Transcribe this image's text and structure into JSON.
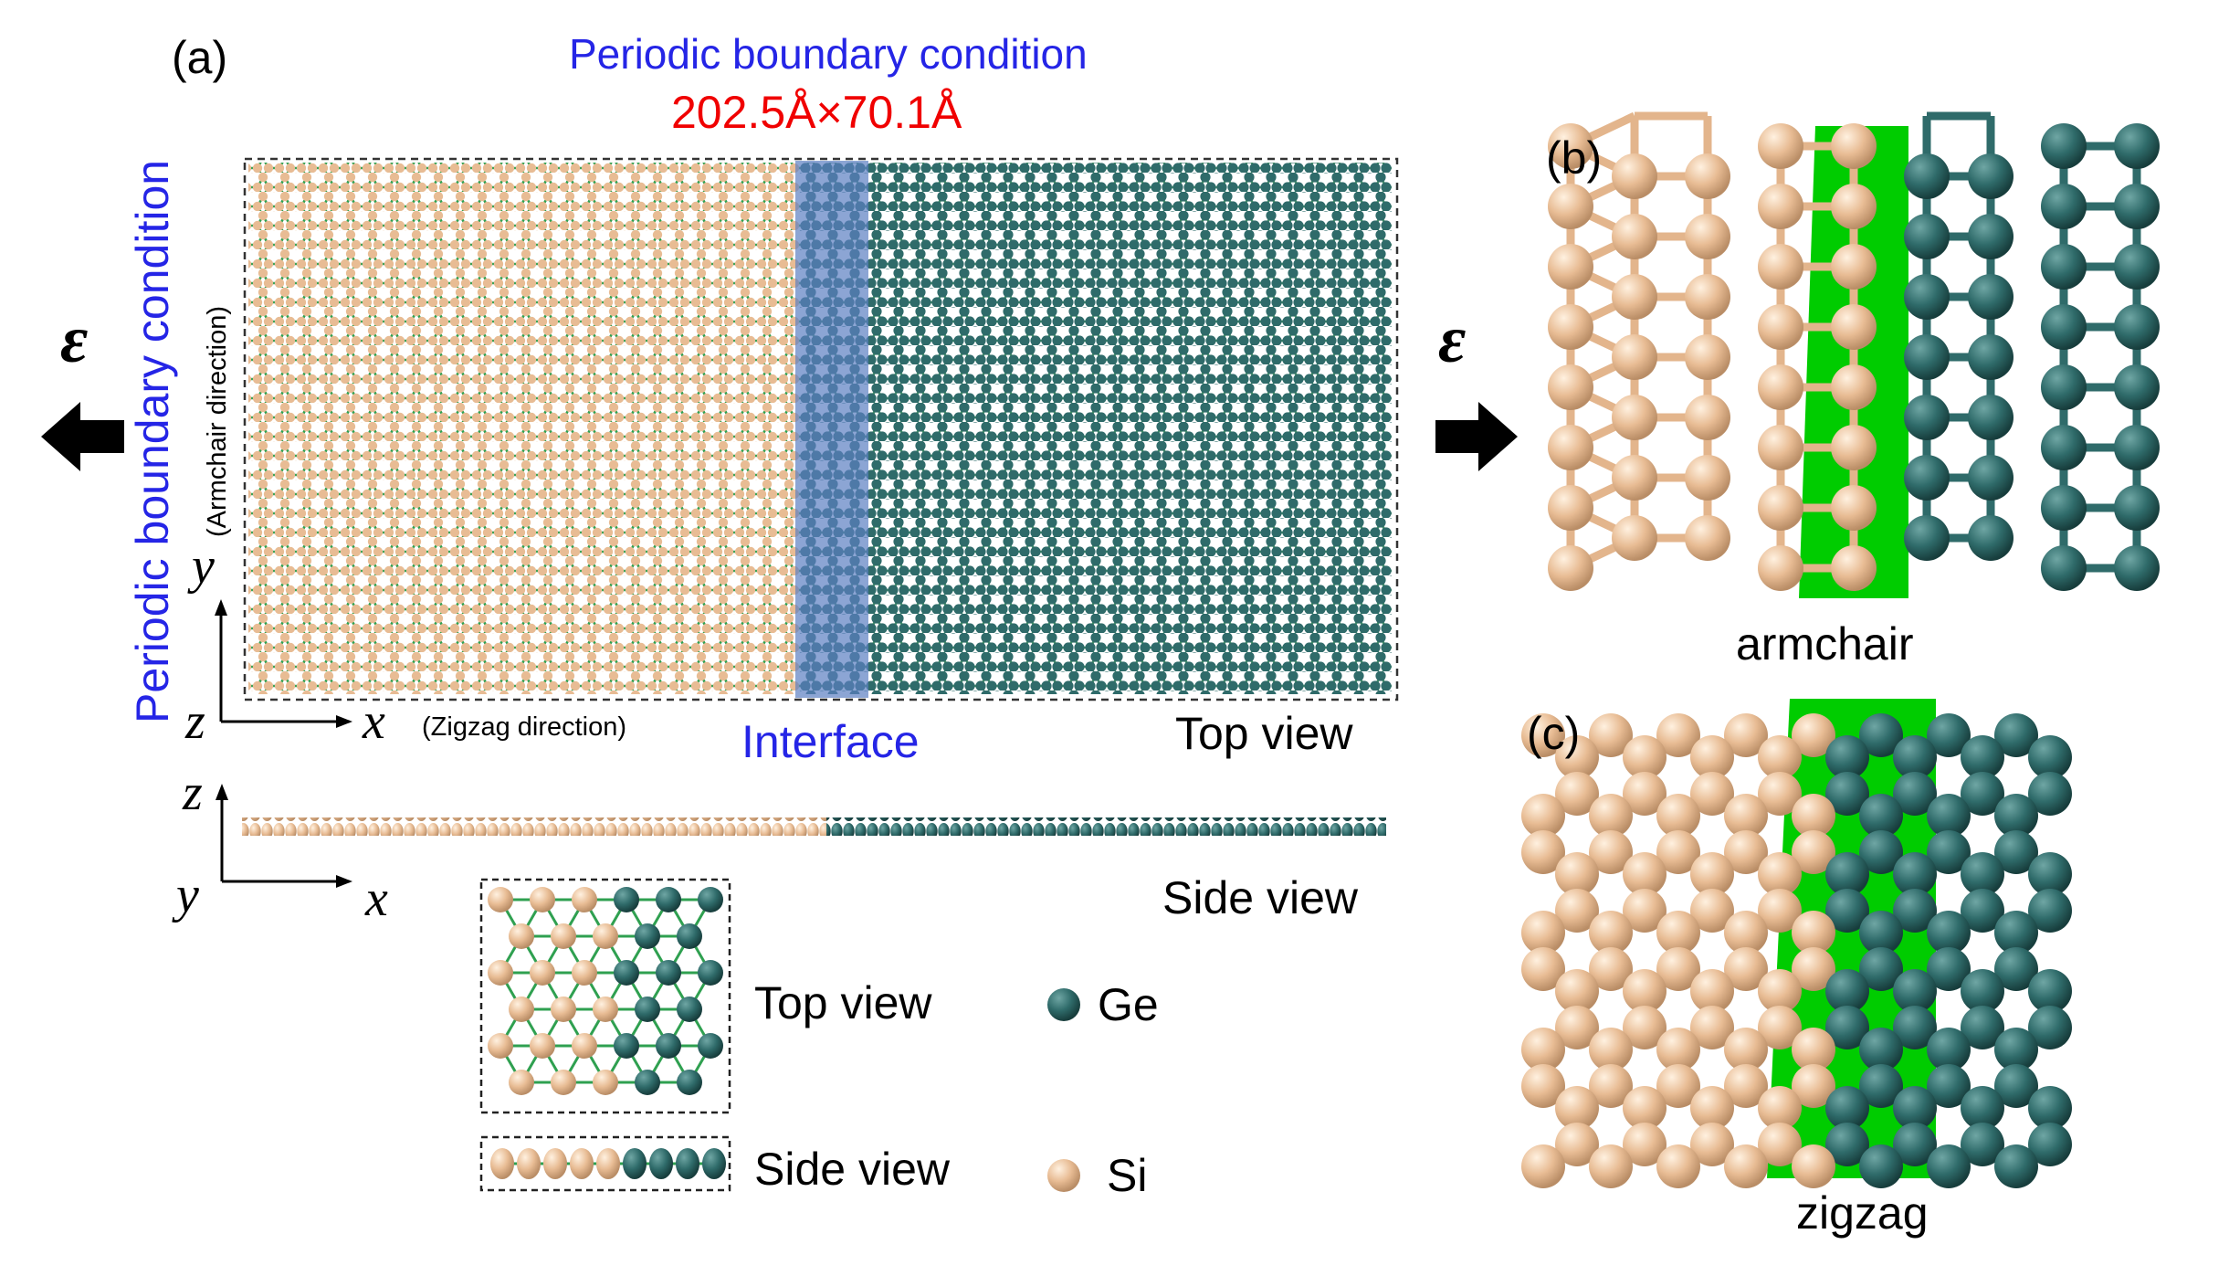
{
  "panel_a": {
    "label": "(a)",
    "pbc_top_label": "Periodic boundary condition",
    "size_label": "202.5Å×70.1Å",
    "pbc_left_label": "Periodic boundary condition",
    "armchair_dir_label": "(Armchair direction)",
    "zigzag_dir_label": "(Zigzag direction)",
    "interface_label": "Interface",
    "top_view_label": "Top view",
    "side_view_label": "Side view",
    "strain_left": "ε",
    "strain_right": "ε",
    "axes_top": {
      "y": "y",
      "z": "z",
      "x": "x"
    },
    "axes_side": {
      "z": "z",
      "y": "y",
      "x": "x"
    }
  },
  "legend": {
    "top_view_label": "Top view",
    "side_view_label": "Side view",
    "ge_label": "Ge",
    "si_label": "Si"
  },
  "panel_b": {
    "label": "(b)",
    "caption": "armchair"
  },
  "panel_c": {
    "label": "(c)",
    "caption": "zigzag"
  },
  "colors": {
    "si": "#e8bc94",
    "ge": "#2f6b6a",
    "bond": "#2fa050",
    "interface_band": "#6f8fc9",
    "highlight": "#00cc00",
    "pbc_text": "#2525e6",
    "size_text": "#f00000"
  }
}
